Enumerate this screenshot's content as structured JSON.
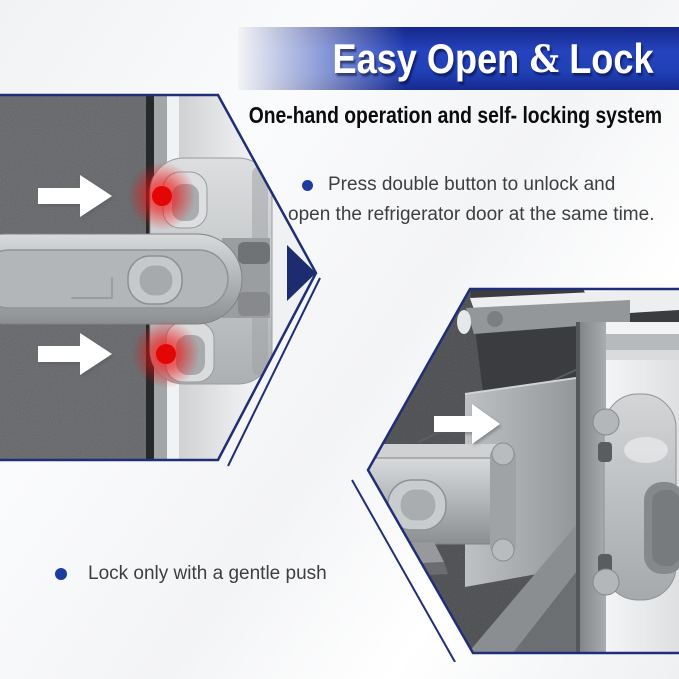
{
  "banner": {
    "title_left": "Easy Open",
    "ampersand": "&",
    "title_right": "Lock"
  },
  "subtitle": "One-hand operation and self- locking system",
  "points": {
    "press": {
      "line1": "Press double button to unlock and",
      "line2": "open the refrigerator door at the same time."
    },
    "lock": {
      "text": "Lock only with a gentle push"
    }
  },
  "icons": {
    "left_photo_arrows": "right-arrow",
    "right_photo_arrow": "right-arrow",
    "led_indicators": "red-led-glow"
  },
  "colors": {
    "banner_blue": "#1e3aab",
    "banner_blue_dark": "#15278a",
    "outline_navy": "#202e78",
    "bullet_blue": "#1c3c9e",
    "led_red": "#e20606",
    "lock_gray": "#b3b6b8",
    "body_text": "#3d3e40"
  }
}
